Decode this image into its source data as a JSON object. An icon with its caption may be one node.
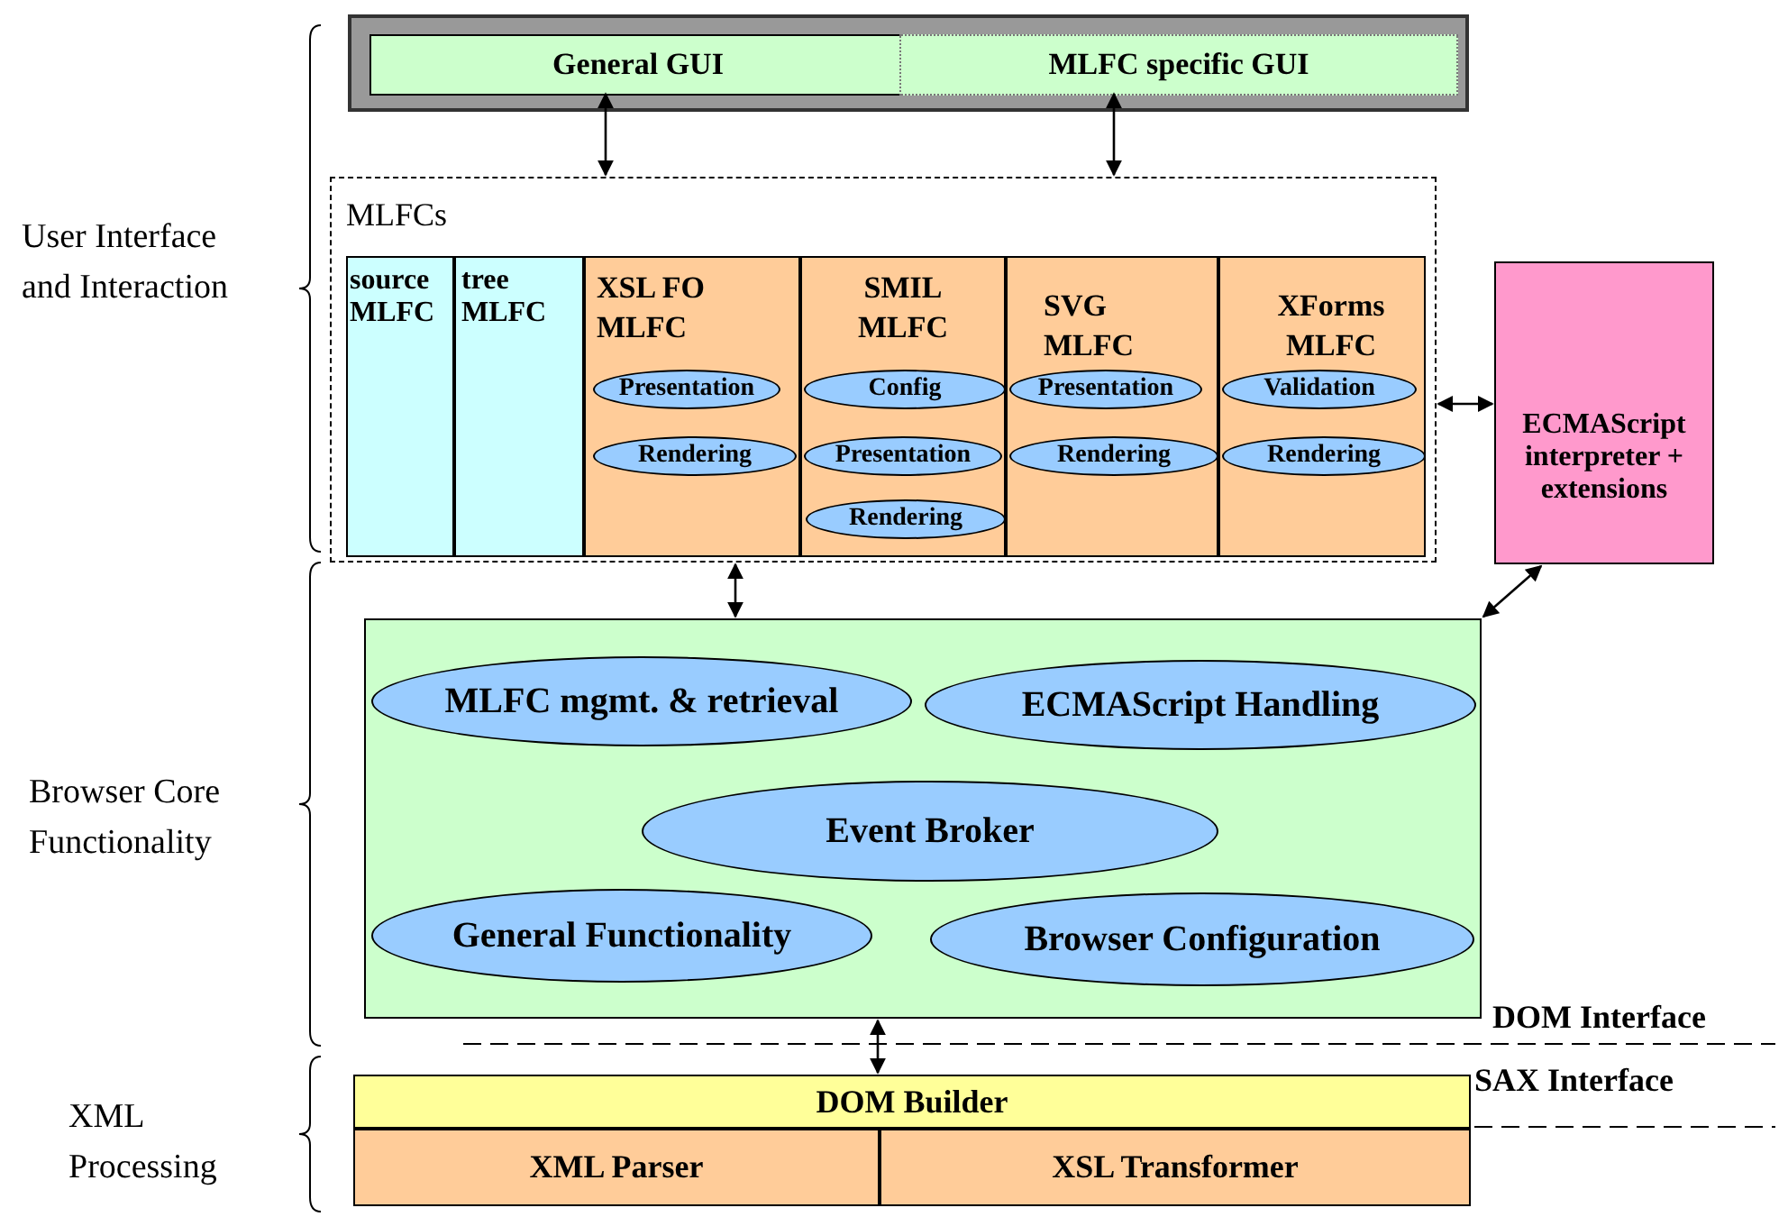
{
  "diagram": {
    "nodes": [
      {
        "text": [],
        "shape": "box"
      },
      {
        "text": [
          "General GUI"
        ],
        "in": 0
      },
      {
        "text": [
          "MLFC specific GUI"
        ],
        "in": 0
      },
      {
        "text": [
          "MLFCs"
        ]
      },
      {
        "text": [
          "source MLFC"
        ],
        "in": 3
      },
      {
        "text": [
          "tree MLFC"
        ],
        "in": 3
      },
      {
        "text": [
          "XSL FO MLFC"
        ],
        "in": 3
      },
      {
        "text": [
          "Presentation"
        ],
        "in": 6
      },
      {
        "text": [
          "Rendering"
        ],
        "in": 6
      },
      {
        "text": [
          "SMIL MLFC"
        ],
        "in": 3
      },
      {
        "text": [
          "Config"
        ],
        "in": 9
      },
      {
        "text": [
          "Presentation"
        ],
        "in": 9
      },
      {
        "text": [
          "Rendering"
        ],
        "in": 9
      },
      {
        "text": [
          "SVG MLFC"
        ],
        "in": 3
      },
      {
        "text": [
          "Presentation"
        ],
        "in": 13
      },
      {
        "text": [
          "Rendering"
        ],
        "in": 13
      },
      {
        "text": [
          "XForms MLFC"
        ],
        "in": 3
      },
      {
        "text": [
          "Validation"
        ],
        "in": 16
      },
      {
        "text": [
          "Rendering"
        ],
        "in": 16
      },
      {
        "text": [
          "ECMAScript interpreter + extensions"
        ]
      },
      {
        "text": [],
        "shape": "box"
      },
      {
        "text": [
          "MLFC mgmt. & retrieval"
        ],
        "in": 20
      },
      {
        "text": [
          "ECMAScript Handling"
        ],
        "in": 20
      },
      {
        "text": [
          "Event Broker"
        ],
        "in": 20
      },
      {
        "text": [
          "General Functionality"
        ],
        "in": 20
      },
      {
        "text": [
          "Browser Configuration"
        ],
        "in": 20
      },
      {
        "text": [
          "DOM Builder"
        ]
      },
      {
        "text": [
          "XML Parser"
        ]
      },
      {
        "text": [
          "XSL Transformer"
        ]
      }
    ],
    "edges": [
      {
        "from": 1,
        "to": 3,
        "arrow": "both"
      },
      {
        "from": 2,
        "to": 3,
        "arrow": "both"
      },
      {
        "from": 3,
        "to": 19,
        "arrow": "both"
      },
      {
        "from": 3,
        "to": 20,
        "arrow": "both"
      },
      {
        "from": 19,
        "to": 20,
        "arrow": "both"
      },
      {
        "from": 20,
        "to": 26,
        "arrow": "both"
      }
    ],
    "labels": [
      "User Interface and Interaction",
      "Browser Core Functionality",
      "DOM Interface",
      "SAX Interface",
      "XML Processing"
    ]
  }
}
